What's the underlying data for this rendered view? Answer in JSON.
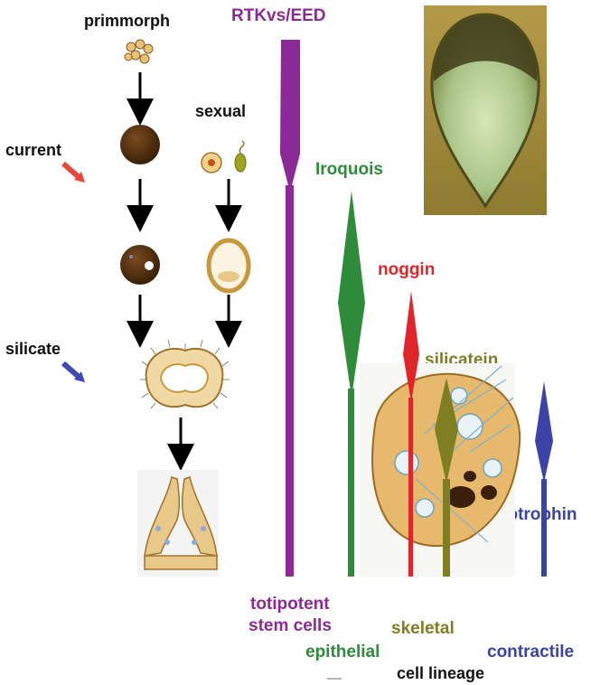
{
  "stages": {
    "primmorph": "primmorph",
    "sexual": "sexual",
    "current": "current",
    "silicate": "silicate"
  },
  "genes": {
    "rtk": "RTKvs/EED",
    "iroquois": "Iroquois",
    "noggin": "noggin",
    "silicatein": "silicatein",
    "myotrophin": "myotrophin"
  },
  "lineages": {
    "totipotent_line1": "totipotent",
    "totipotent_line2": "stem cells",
    "epithelial": "epithelial",
    "skeletal": "skeletal",
    "contractile": "contractile",
    "cell_lineage": "cell lineage"
  },
  "colors": {
    "rtk": "#8b2a96",
    "iroquois": "#2e8b3a",
    "noggin": "#e0262a",
    "silicatein": "#7f7f22",
    "myotrophin": "#3c43a8",
    "current_arrow": "#e8473b",
    "silicate_arrow": "#3f49b3"
  }
}
